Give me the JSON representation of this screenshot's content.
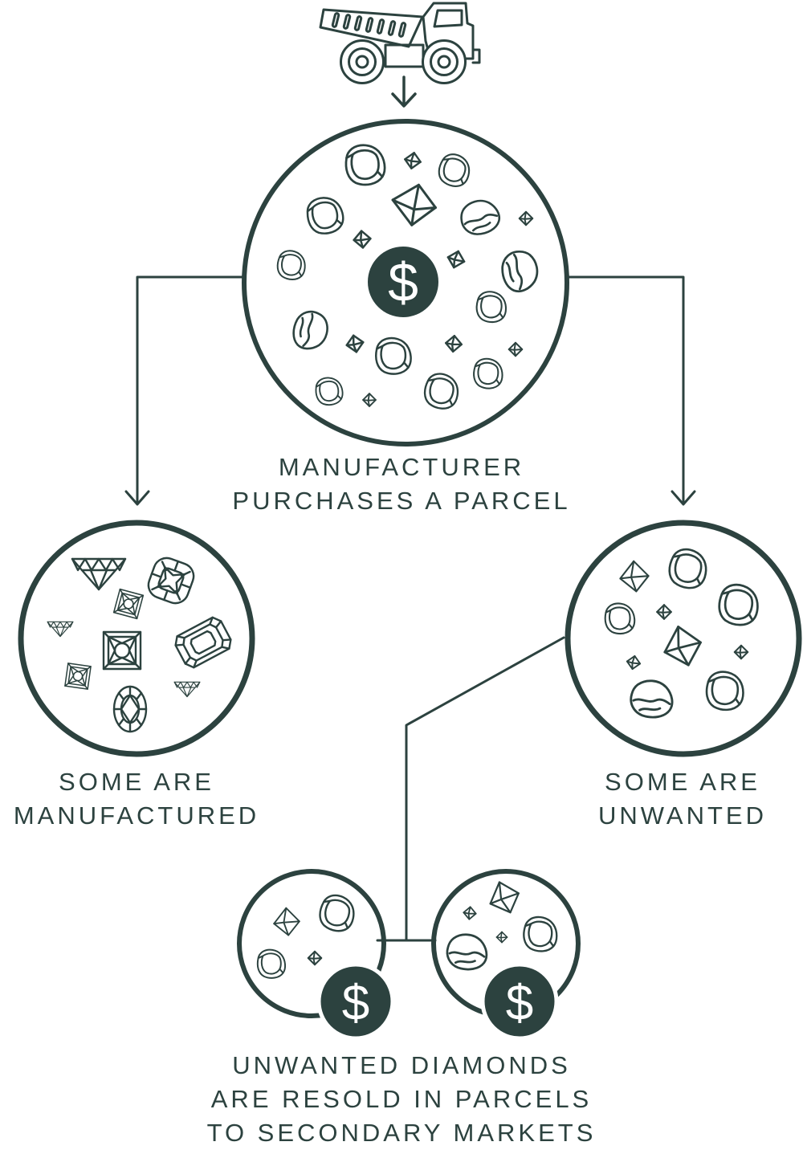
{
  "diagram_title": "",
  "colors": {
    "ink": "#2c423f",
    "background": "#ffffff",
    "badge_fill": "#2c423f",
    "badge_symbol": "#ffffff"
  },
  "symbols": {
    "dollar": "$"
  },
  "icons": {
    "dump_truck": "dump-truck-icon (line-art mining haul truck)",
    "down_arrow": "down-arrow-icon (thin line arrow with open chevron head)",
    "rough_diamond_cube": "rounded rough diamond crystal outline",
    "rough_diamond_octahedron": "octahedral rough diamond outline",
    "rough_diamond_small": "small rough diamond crystal outline",
    "rough_diamond_nugget": "irregular diamond nugget outline",
    "cut_diamond_brilliant": "round brilliant cut diamond side view outline",
    "cut_diamond_cushion": "cushion cut diamond outline",
    "cut_diamond_princess": "princess cut diamond outline",
    "cut_diamond_emerald": "emerald cut diamond outline",
    "cut_diamond_oval": "oval cut diamond outline",
    "dollar_badge": "dollar sign in filled dark circle"
  },
  "nodes": {
    "parcel": {
      "caption_line1": "MANUFACTURER",
      "caption_line2": "PURCHASES A PARCEL"
    },
    "manufactured": {
      "caption_line1": "SOME ARE",
      "caption_line2": "MANUFACTURED"
    },
    "unwanted": {
      "caption_line1": "SOME ARE",
      "caption_line2": "UNWANTED"
    },
    "resold": {
      "caption_line1": "UNWANTED DIAMONDS",
      "caption_line2": "ARE RESOLD IN PARCELS",
      "caption_line3": "TO SECONDARY MARKETS"
    }
  }
}
